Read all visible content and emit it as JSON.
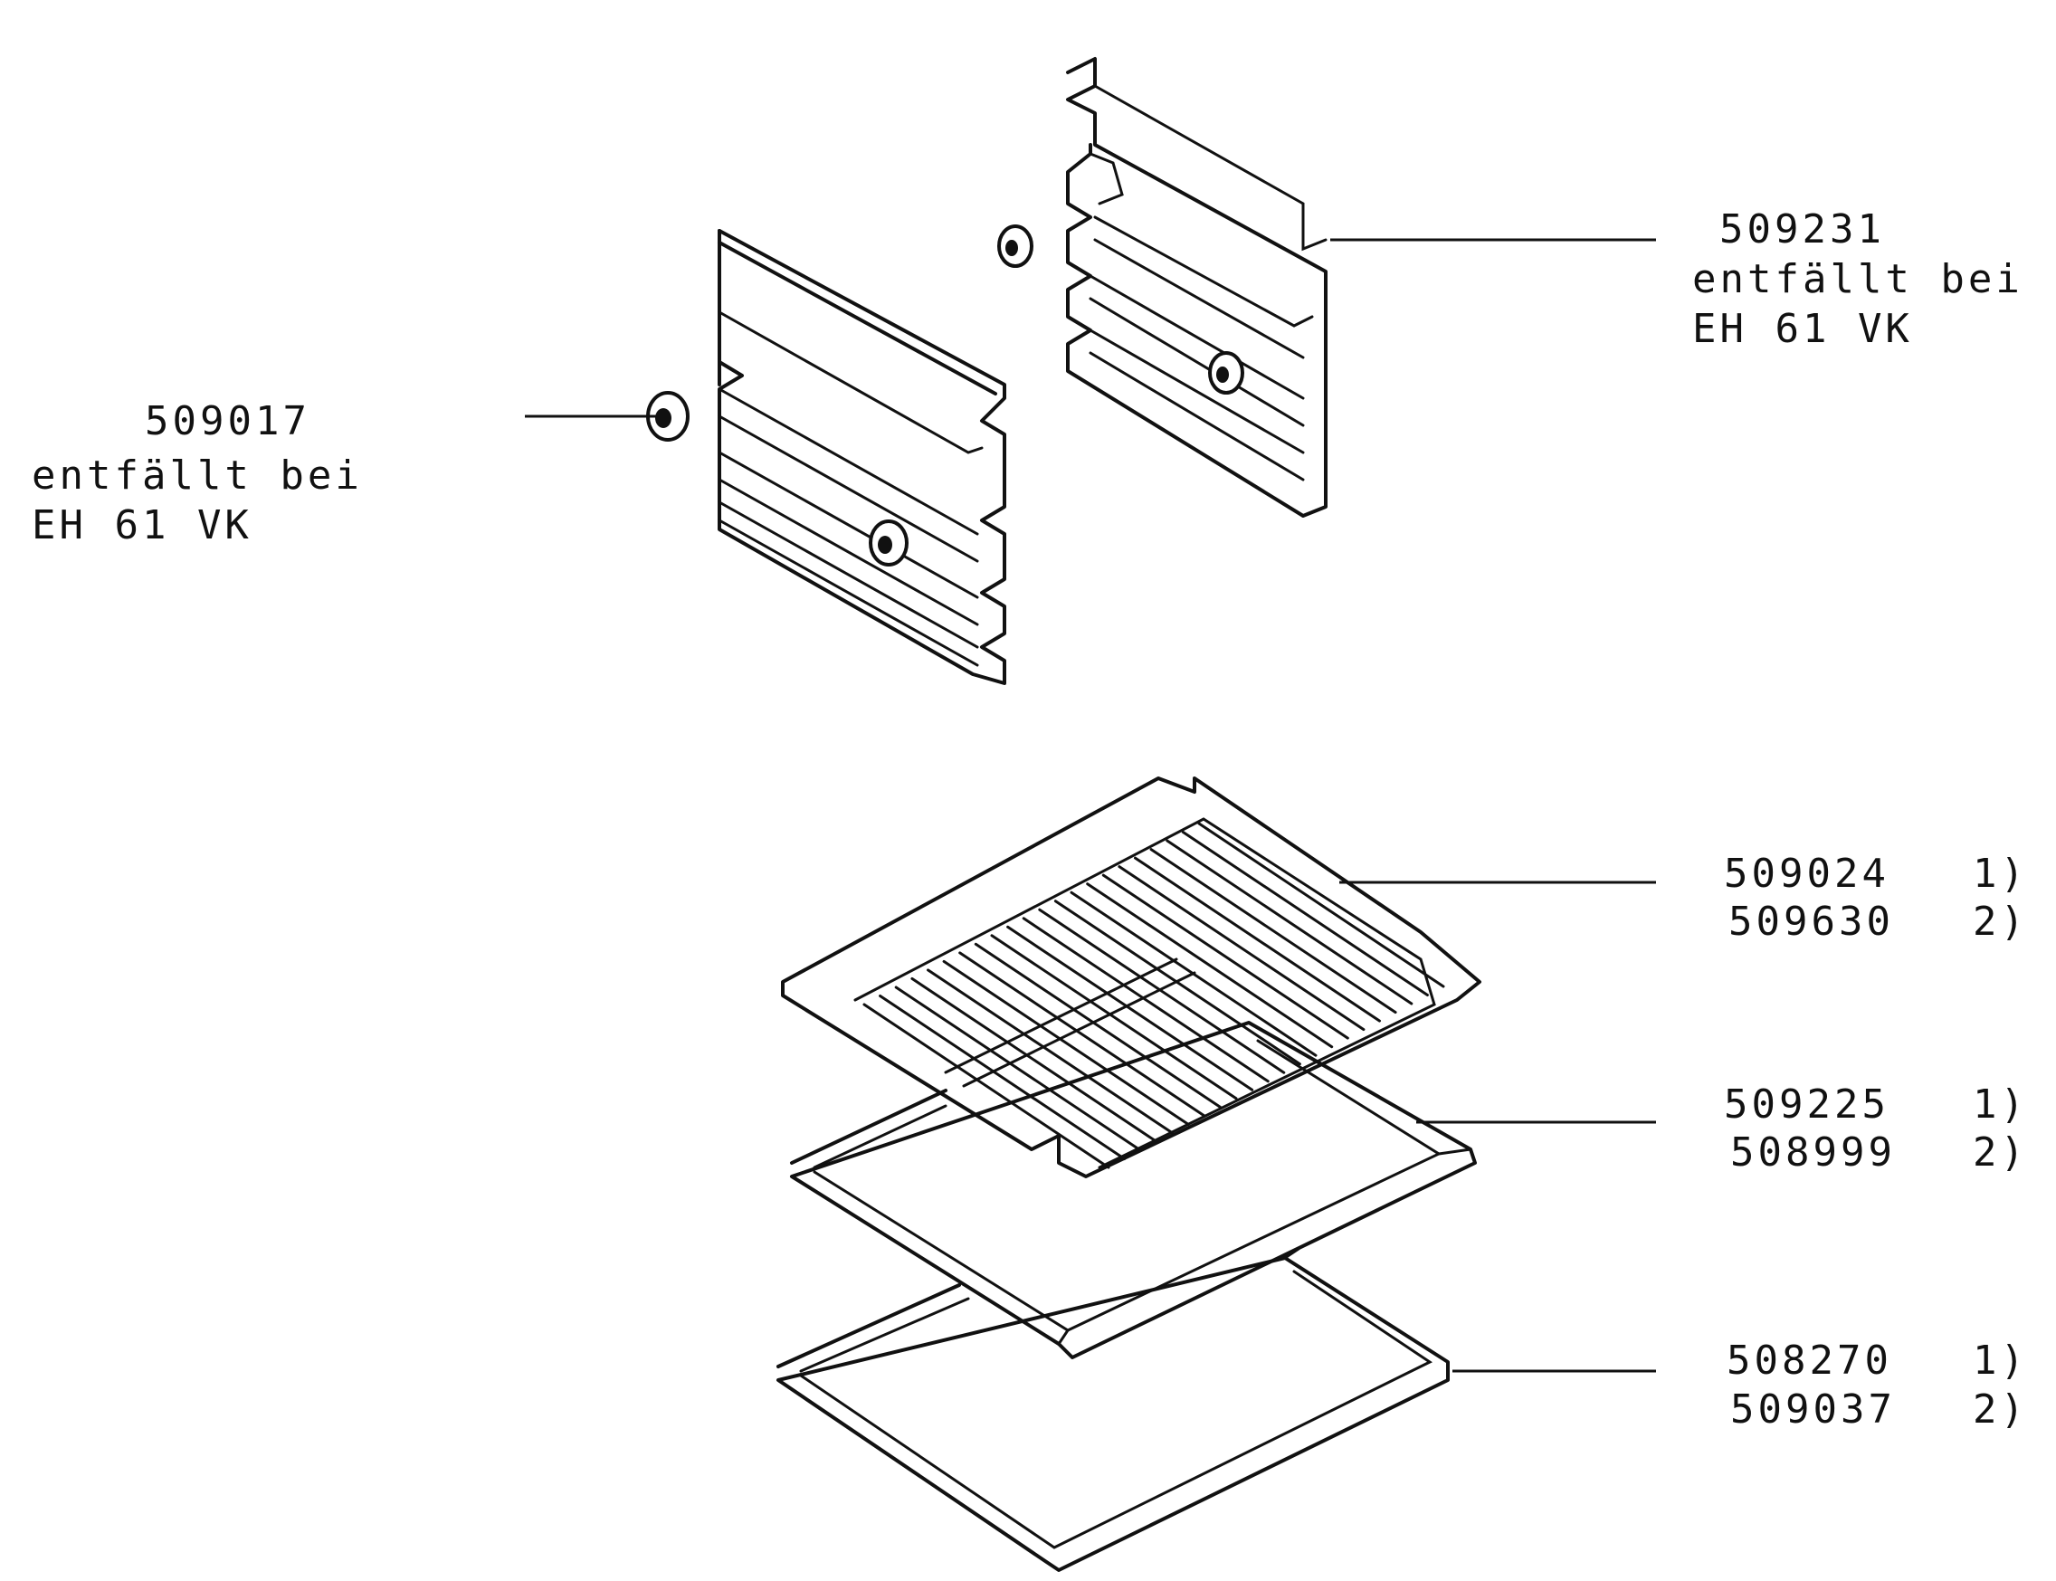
{
  "callouts": [
    {
      "id": "shelf-support-right",
      "lines": [
        "509231",
        "entfällt bei",
        "EH 61 VK"
      ]
    },
    {
      "id": "knob-left",
      "lines": [
        "509017",
        "entfällt bei",
        "EH 61 VK"
      ]
    },
    {
      "id": "wire-rack",
      "lines": [
        "509024",
        "509630"
      ],
      "notes": [
        "1)",
        "2)"
      ]
    },
    {
      "id": "baking-tray",
      "lines": [
        "509225",
        "508999"
      ],
      "notes": [
        "1)",
        "2)"
      ]
    },
    {
      "id": "drip-pan",
      "lines": [
        "508270",
        "509037"
      ],
      "notes": [
        "1)",
        "2)"
      ]
    }
  ],
  "colors": {
    "ink": "#111111",
    "paper": "#ffffff"
  }
}
